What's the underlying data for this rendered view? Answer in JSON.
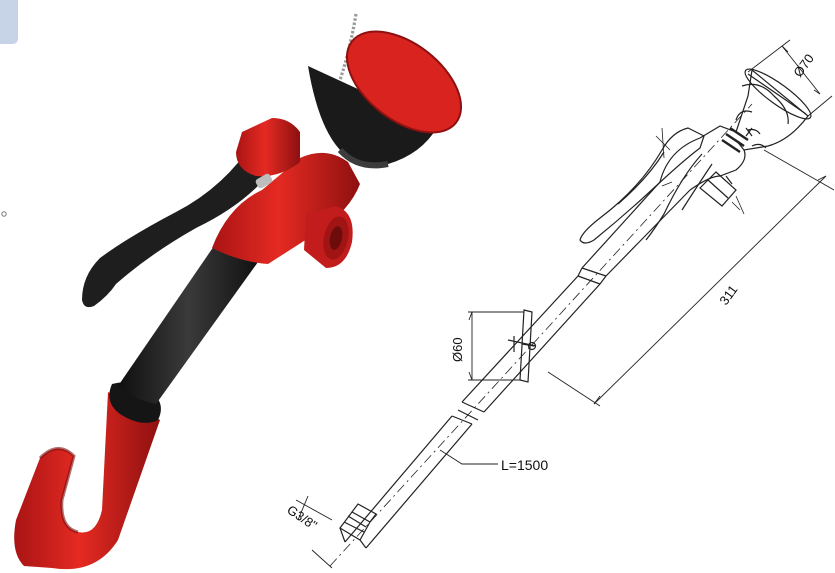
{
  "dimensions": {
    "cap_diameter": "Ø70",
    "overall_length": "311",
    "wall_plate_diameter": "Ø60",
    "hose_length": "L=1500",
    "connection_thread": "G3/8\""
  },
  "colors": {
    "body_red": "#d81e1e",
    "body_red_dark": "#9e1212",
    "handle_black": "#1c1c1c",
    "line_drawing": "#222222",
    "corner_tab": "#c7d3e6"
  }
}
